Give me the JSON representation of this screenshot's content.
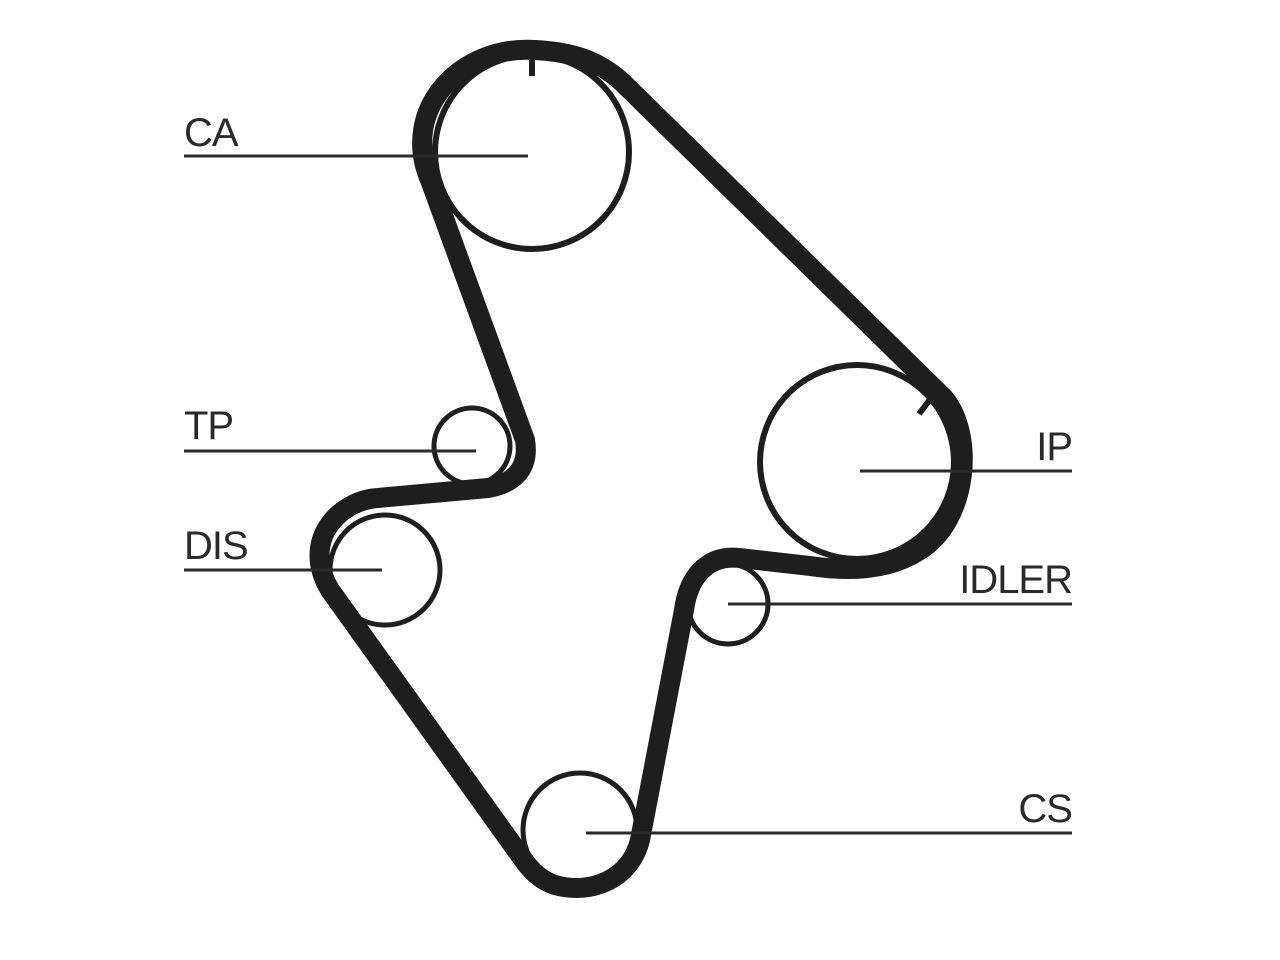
{
  "labels": {
    "ca": "CA",
    "tp": "TP",
    "dis": "DIS",
    "ip": "IP",
    "idler": "IDLER",
    "cs": "CS"
  },
  "colors": {
    "belt": "#1e1e1e",
    "pulley": "#1e1e1e",
    "text": "#2a2a2a",
    "background": "#ffffff"
  }
}
